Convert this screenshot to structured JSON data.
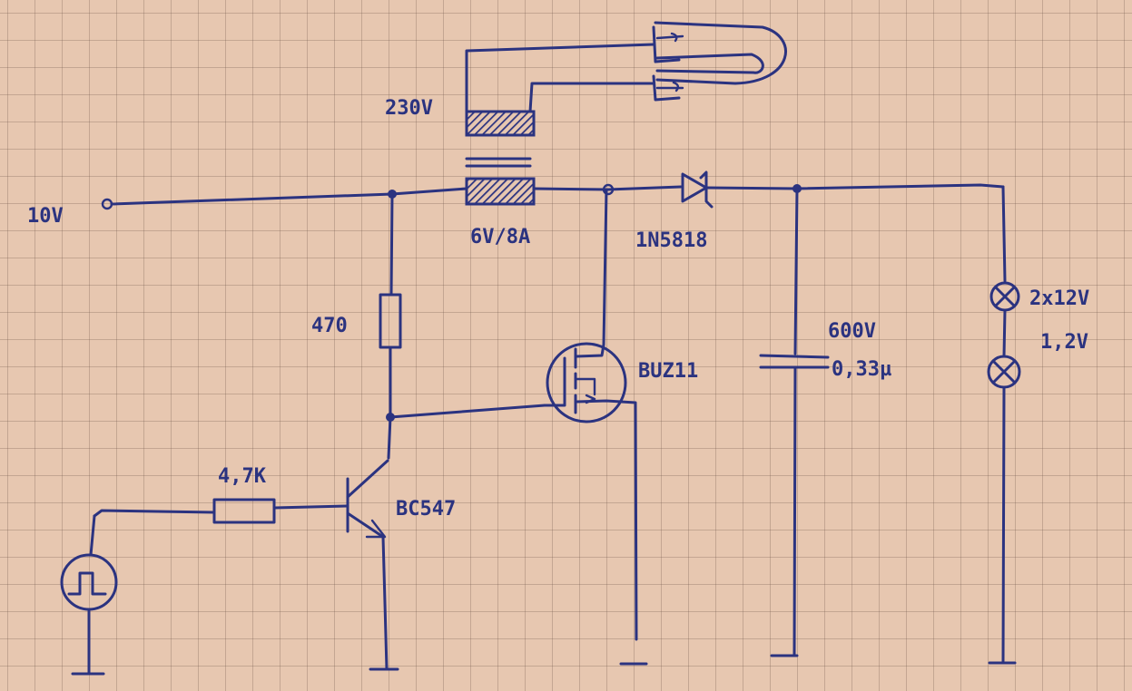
{
  "labels": {
    "input_voltage": "10V",
    "transformer_primary": "230V",
    "transformer_secondary": "6V/8A",
    "diode": "1N5818",
    "resistor_470": "470",
    "resistor_4k7": "4,7K",
    "transistor": "BC547",
    "mosfet": "BUZ11",
    "capacitor_voltage": "600V",
    "capacitor_value": "0,33µ",
    "lamps_count": "2x12V",
    "lamps_power": "1,2V"
  },
  "colors": {
    "ink": "#2b3380",
    "paper": "#e7c7b0",
    "grid": "#8a6e64"
  }
}
